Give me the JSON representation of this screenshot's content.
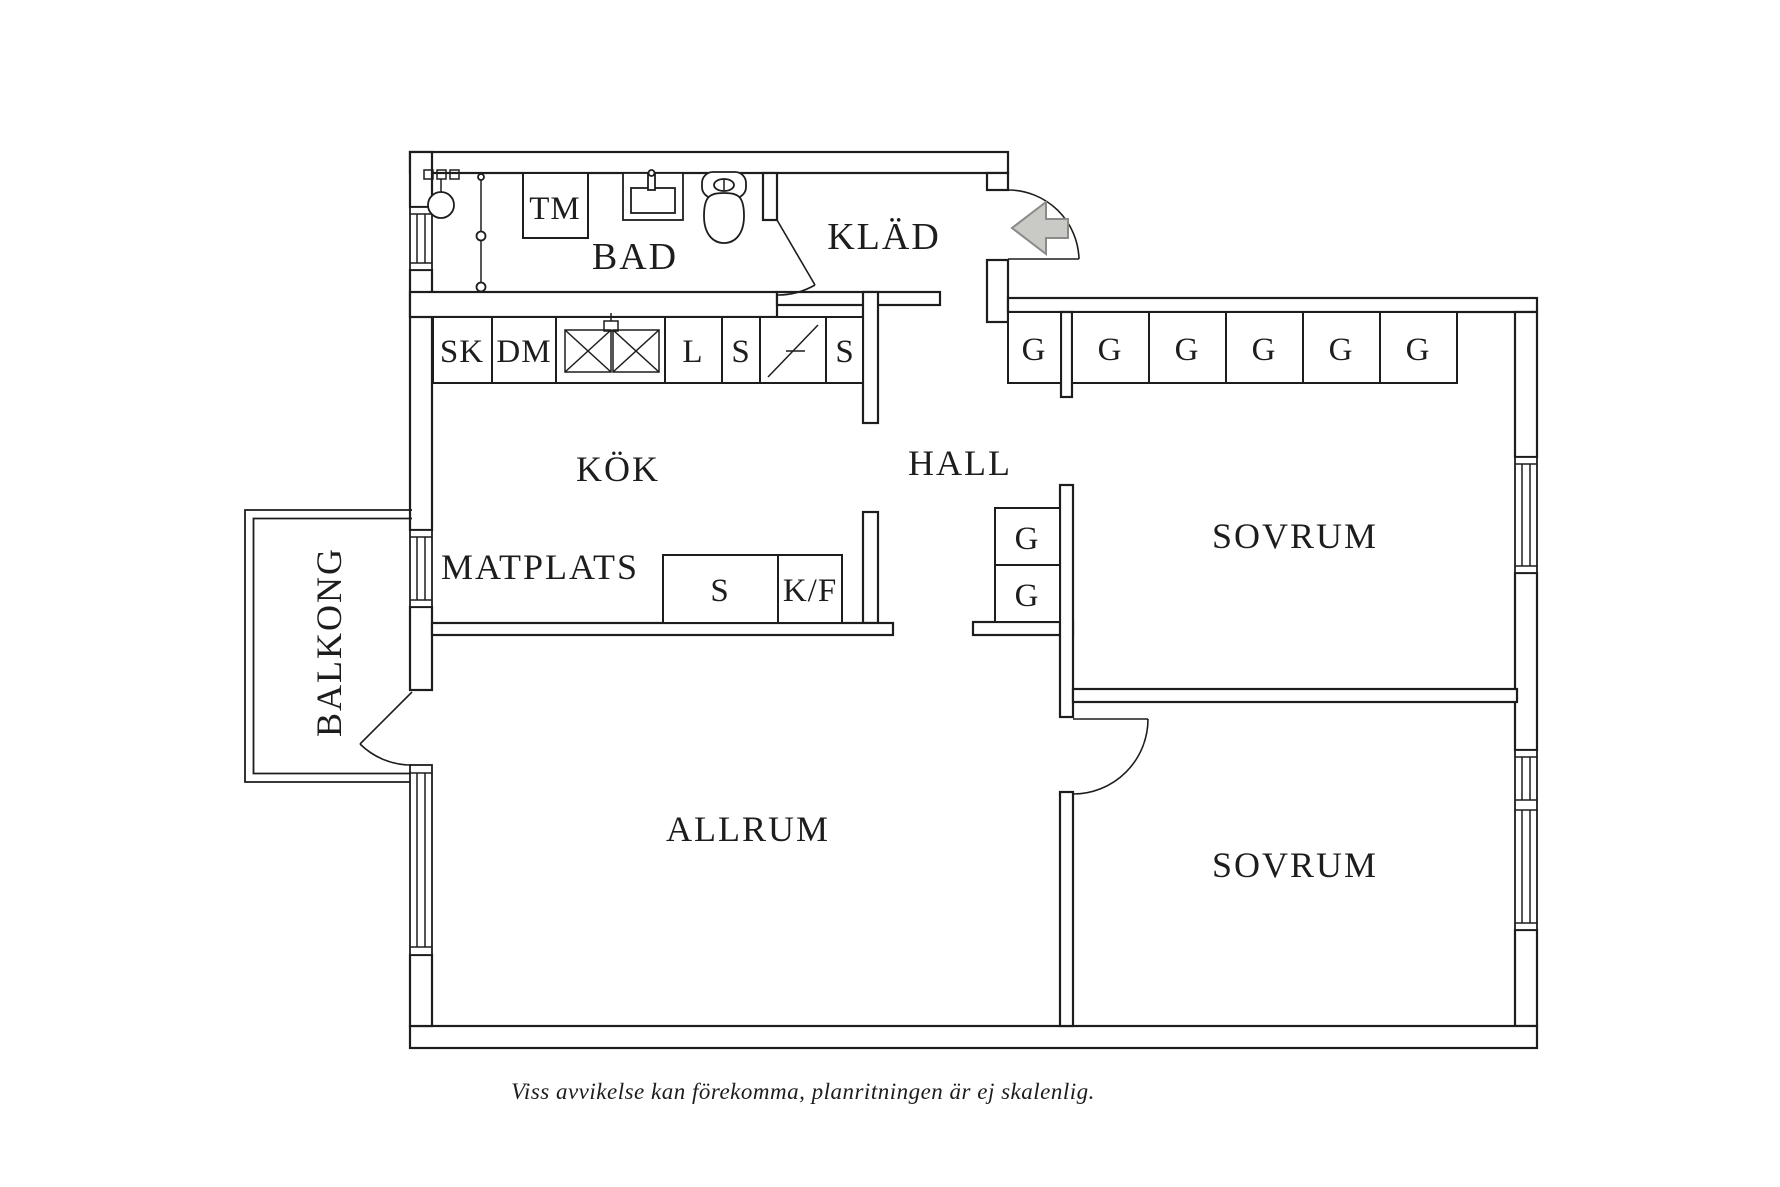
{
  "plan": {
    "caption": "Viss avvikelse kan förekomma, planritningen är ej skalenlig.",
    "colors": {
      "line": "#1d1d1b",
      "background": "#ffffff",
      "entry_arrow_fill": "#c9c9c6",
      "entry_arrow_stroke": "#8a8a88"
    },
    "rooms": {
      "bad": "BAD",
      "klad": "KLÄD",
      "kok": "KÖK",
      "hall": "HALL",
      "matplats": "MATPLATS",
      "allrum": "ALLRUM",
      "sovrum1": "SOVRUM",
      "sovrum2": "SOVRUM",
      "balkong": "BALKONG"
    },
    "cabinets": {
      "tm": "TM",
      "sk": "SK",
      "dm": "DM",
      "l": "L",
      "s1": "S",
      "s2": "S",
      "s_low": "S",
      "kf": "K/F",
      "g_top": [
        "G",
        "G",
        "G",
        "G",
        "G",
        "G"
      ],
      "g_hall": [
        "G",
        "G"
      ]
    },
    "icons": {
      "toilet": "toilet-icon",
      "sink": "sink-icon",
      "shower": "shower-icon",
      "kitchen_sink": "kitchen-sink-icon",
      "stove": "stove-icon",
      "entry_arrow": "entry-arrow-icon"
    }
  }
}
